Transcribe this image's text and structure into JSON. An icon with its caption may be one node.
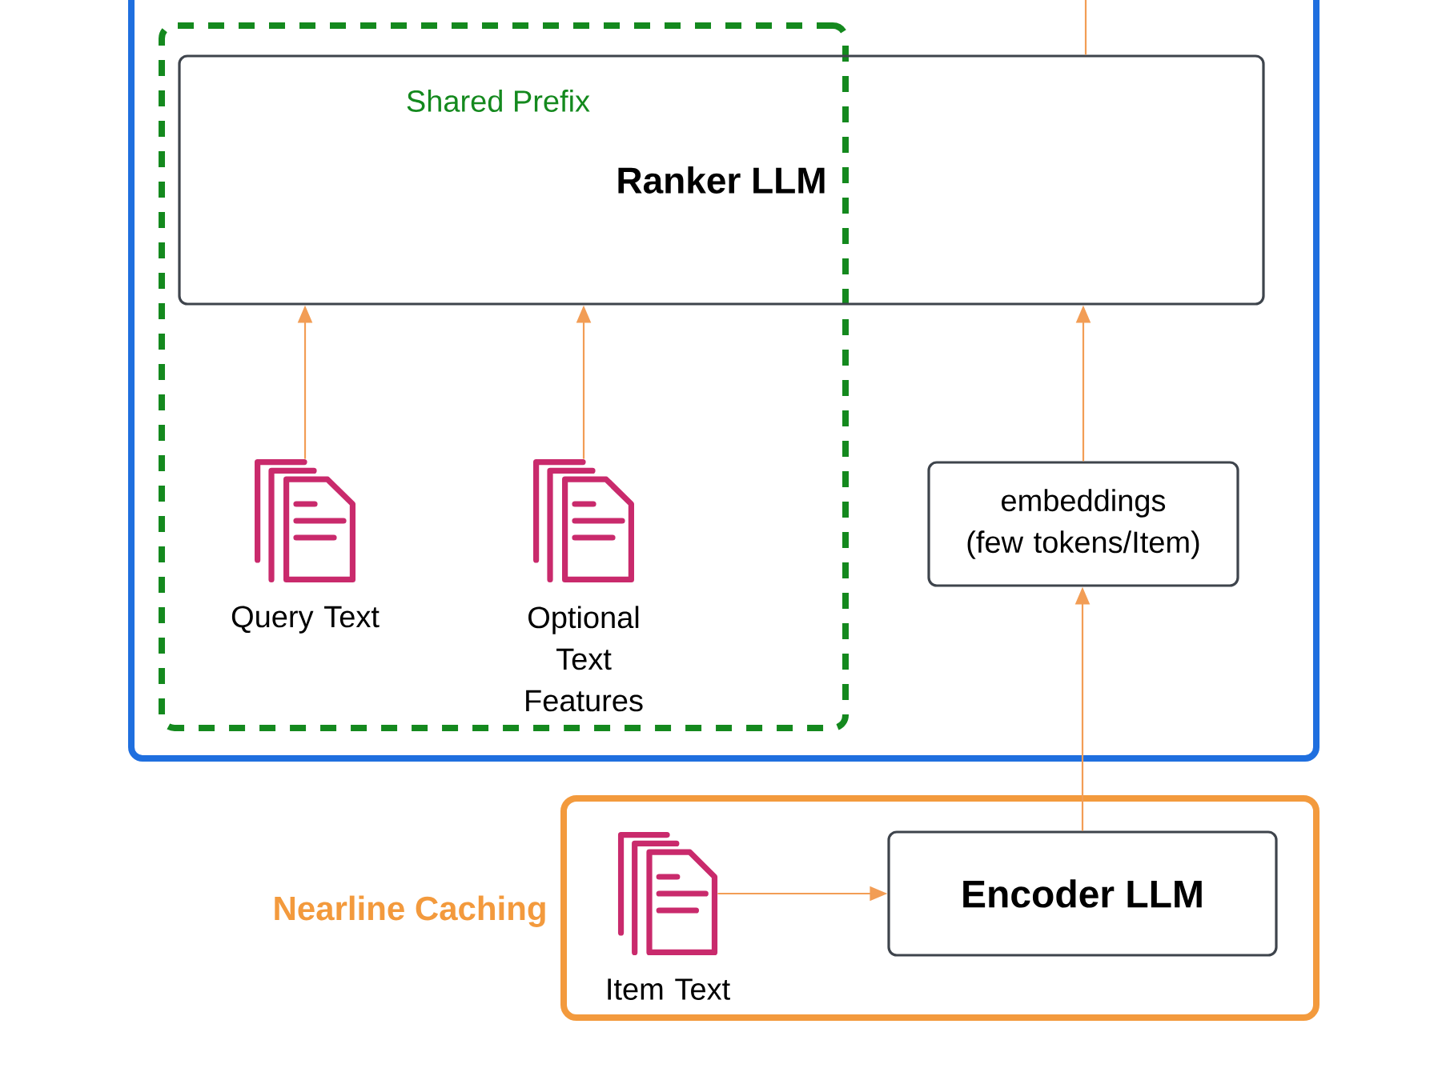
{
  "diagram": {
    "nodes": [
      {
        "text": [],
        "shape": "box"
      },
      {
        "text": [],
        "shape": "box",
        "in": 0
      },
      {
        "text": [
          "Ranker LLM"
        ],
        "in": 0
      },
      {
        "text": [],
        "shape": "picture",
        "beside": [
          "Query Text"
        ],
        "in": 1
      },
      {
        "text": [],
        "shape": "picture",
        "beside": [
          "Optional Text Features"
        ],
        "in": 1
      },
      {
        "text": [
          "embeddings",
          "(few tokens/Item)"
        ],
        "in": 0
      },
      {
        "text": [
          "Nearline Caching"
        ]
      },
      {
        "text": [],
        "shape": "picture",
        "beside": [
          "Item Text"
        ],
        "in": 6
      },
      {
        "text": [
          "Encoder LLM"
        ],
        "in": 6
      }
    ],
    "edges": [
      {
        "from": 2,
        "to": null,
        "arrow": "none"
      },
      {
        "from": 3,
        "to": 2,
        "arrow": "to"
      },
      {
        "from": 4,
        "to": 2,
        "arrow": "to"
      },
      {
        "from": 5,
        "to": 2,
        "arrow": "to"
      },
      {
        "from": 8,
        "to": 5,
        "arrow": "to"
      },
      {
        "from": 7,
        "to": 8,
        "arrow": "to"
      }
    ],
    "labels": [
      "Shared Prefix"
    ]
  }
}
